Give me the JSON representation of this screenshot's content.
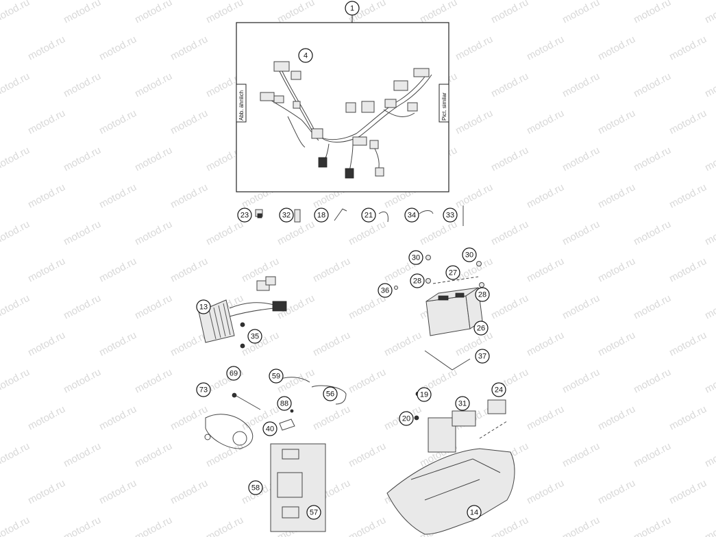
{
  "watermark": {
    "text": "motod.ru",
    "color": "#d8d8d8"
  },
  "frame": {
    "label_left": "Abb. ähnlich",
    "label_right": "Pict. similar"
  },
  "callouts": [
    {
      "num": "1"
    },
    {
      "num": "4"
    },
    {
      "num": "23"
    },
    {
      "num": "32"
    },
    {
      "num": "18"
    },
    {
      "num": "21"
    },
    {
      "num": "34"
    },
    {
      "num": "33"
    },
    {
      "num": "30"
    },
    {
      "num": "30"
    },
    {
      "num": "27"
    },
    {
      "num": "28"
    },
    {
      "num": "28"
    },
    {
      "num": "36"
    },
    {
      "num": "26"
    },
    {
      "num": "37"
    },
    {
      "num": "13"
    },
    {
      "num": "35"
    },
    {
      "num": "69"
    },
    {
      "num": "59"
    },
    {
      "num": "73"
    },
    {
      "num": "56"
    },
    {
      "num": "88"
    },
    {
      "num": "40"
    },
    {
      "num": "58"
    },
    {
      "num": "57"
    },
    {
      "num": "19"
    },
    {
      "num": "31"
    },
    {
      "num": "24"
    },
    {
      "num": "20"
    },
    {
      "num": "14"
    }
  ]
}
